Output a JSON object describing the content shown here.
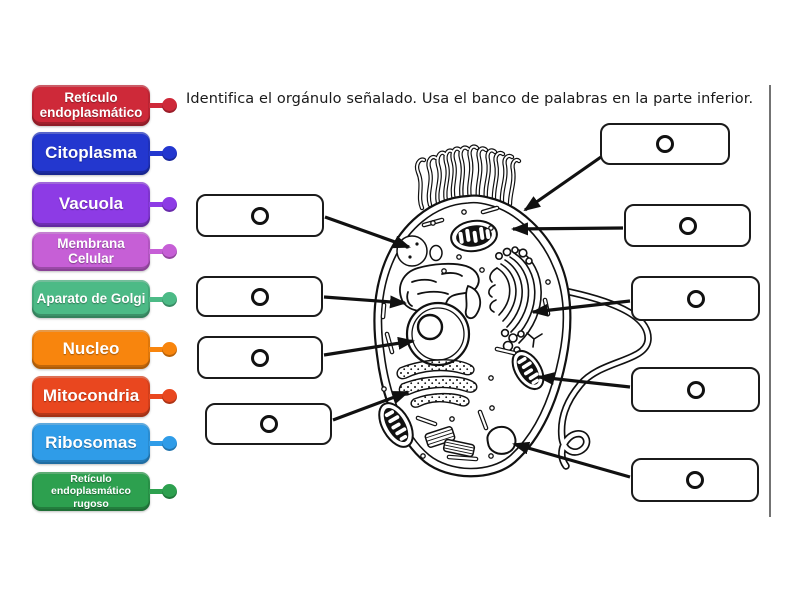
{
  "instruction": "Identifica el orgánulo señalado. Usa el banco de palabras en la parte inferior.",
  "word_bank": {
    "items": [
      {
        "label": "Retículo endoplasmático",
        "color": "#ce2939"
      },
      {
        "label": "Citoplasma",
        "color": "#2337cf"
      },
      {
        "label": "Vacuola",
        "color": "#8d3be5"
      },
      {
        "label": "Membrana Celular",
        "color": "#c65fd6"
      },
      {
        "label": "Aparato de Golgi",
        "color": "#4cba86"
      },
      {
        "label": "Nucleo",
        "color": "#f8850d"
      },
      {
        "label": "Mitocondria",
        "color": "#e9471f"
      },
      {
        "label": "Ribosomas",
        "color": "#2f9ce8"
      },
      {
        "label": "Retículo endoplasmático rugoso",
        "color": "#2da04f"
      }
    ]
  },
  "answer_slots": {
    "marker_glyph": "o",
    "left_count": 4,
    "right_count": 5,
    "total": 9
  },
  "diagram": {
    "type": "labelled-cell-diagram",
    "style": "black-and-white line drawing of an animal cell with cilia and flagellum"
  }
}
